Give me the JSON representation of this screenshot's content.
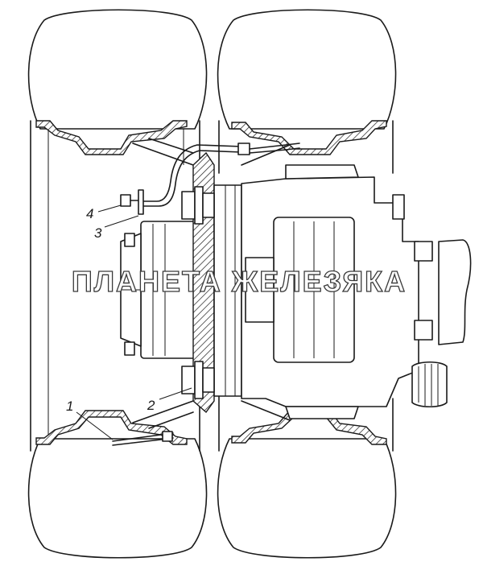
{
  "watermark": {
    "text": "ПЛАНЕТА ЖЕЛЕЗЯКА"
  },
  "callouts": [
    {
      "id": "1",
      "label": "1"
    },
    {
      "id": "2",
      "label": "2"
    },
    {
      "id": "3",
      "label": "3"
    },
    {
      "id": "4",
      "label": "4"
    }
  ]
}
